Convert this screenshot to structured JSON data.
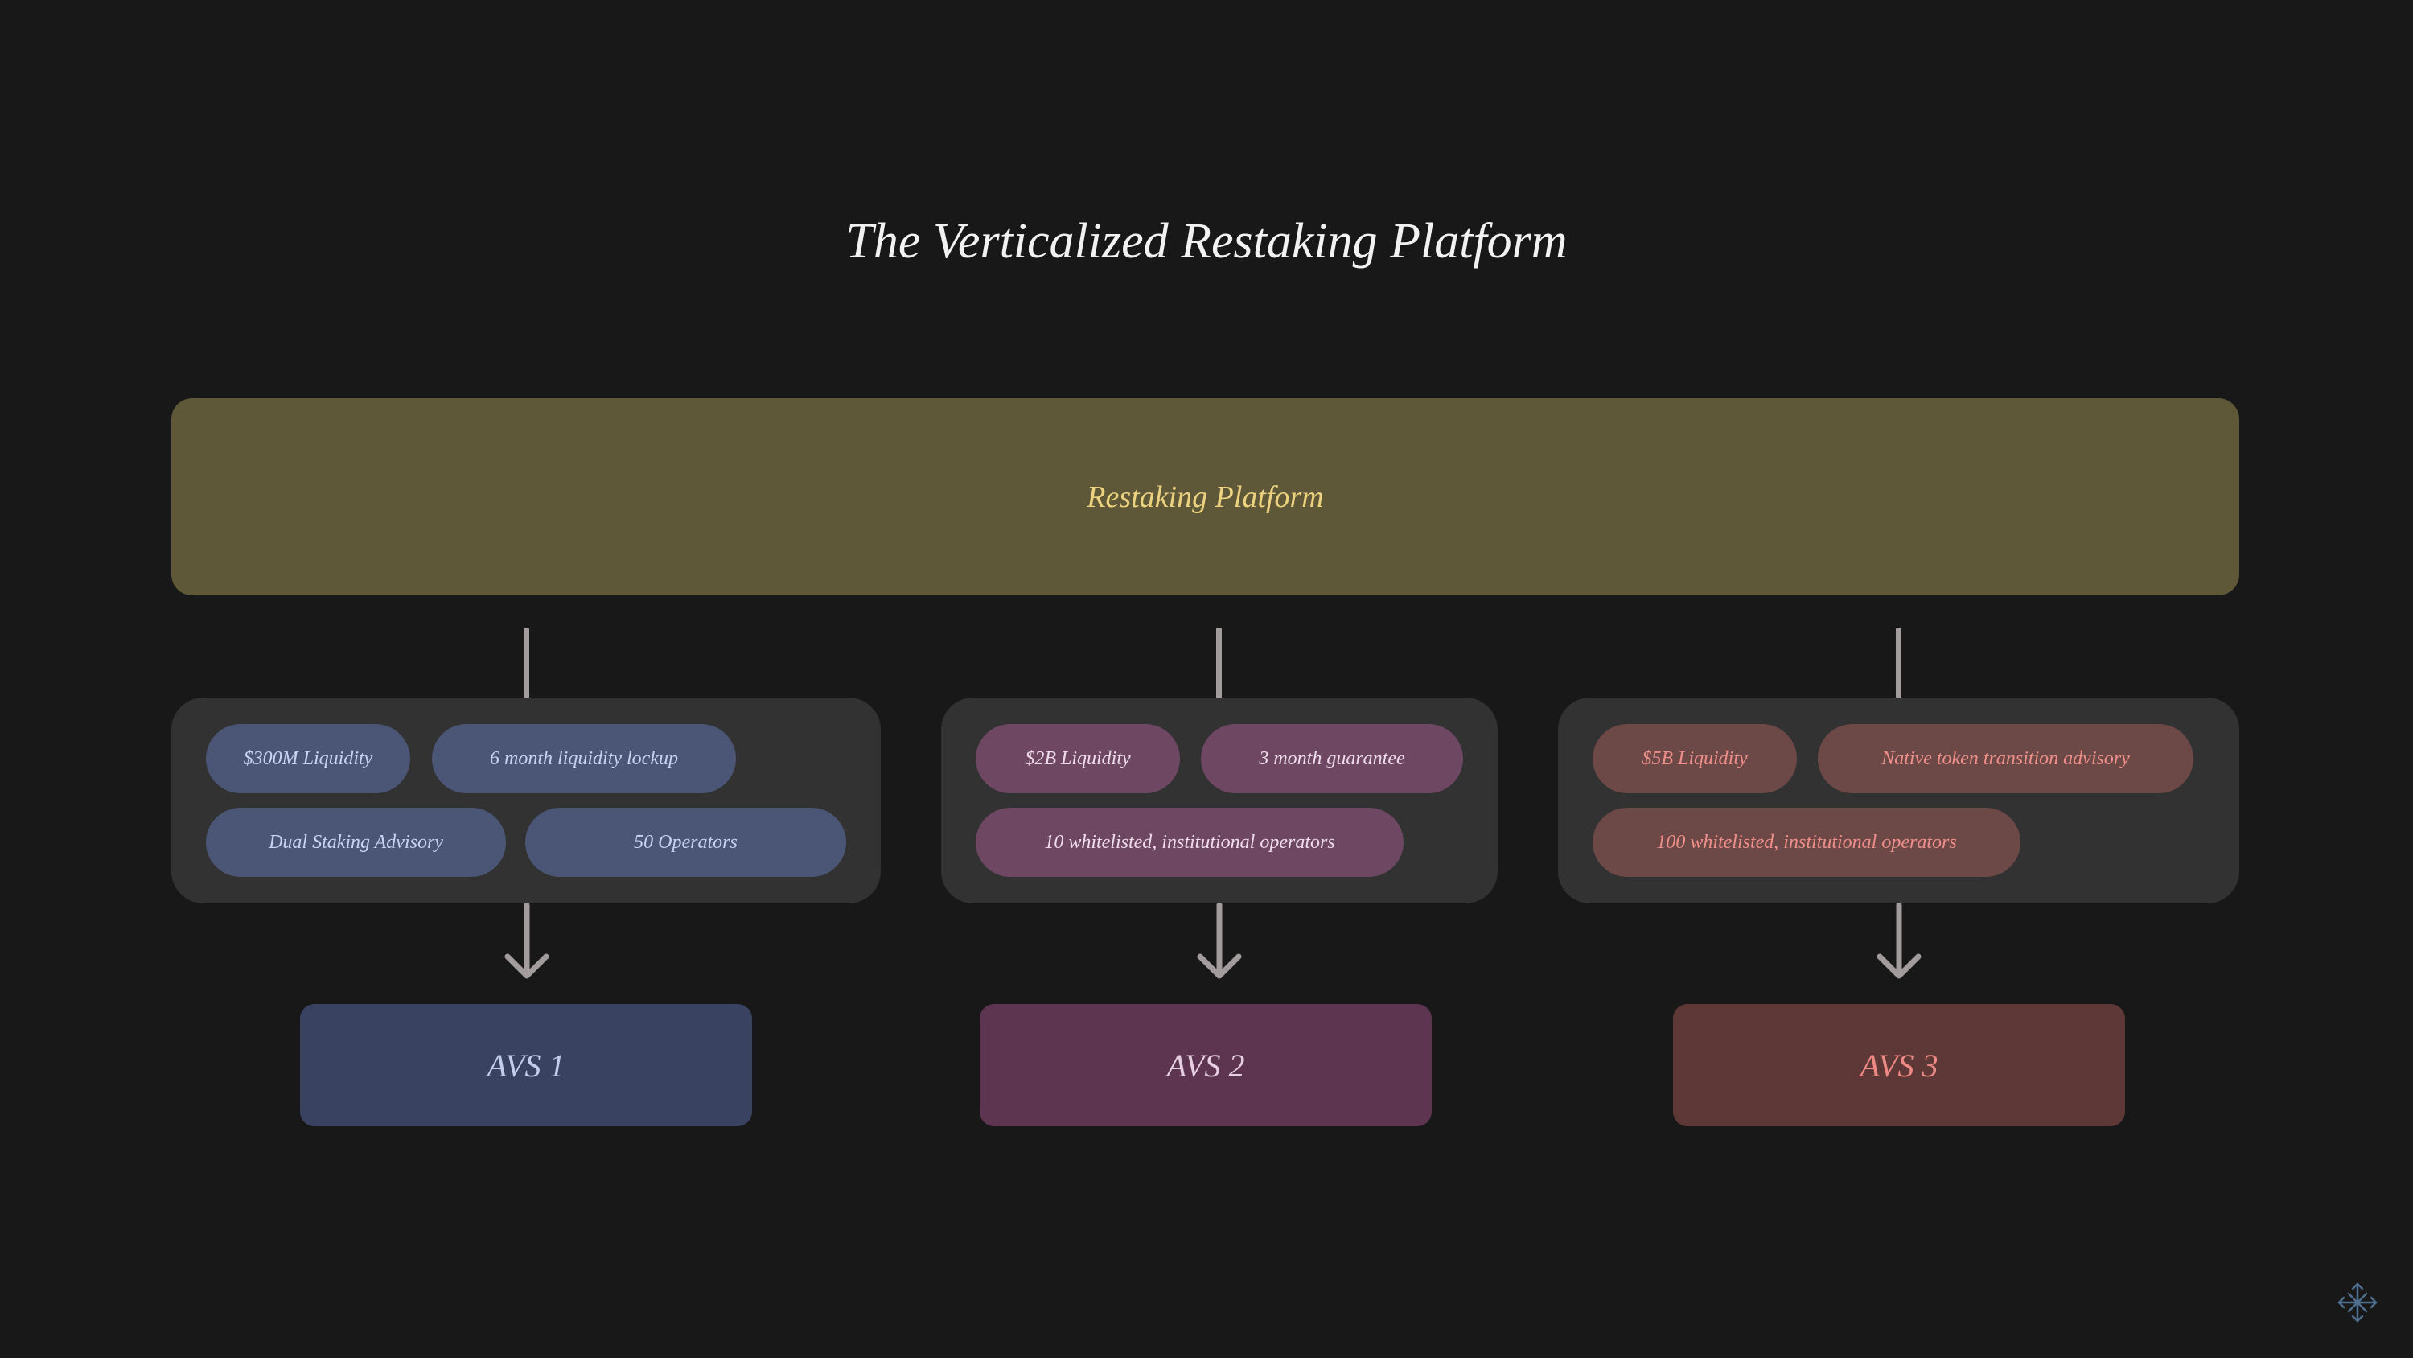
{
  "title": "The Verticalized Restaking Platform",
  "platform": {
    "label": "Restaking Platform"
  },
  "columns": [
    {
      "pills": [
        "$300M Liquidity",
        "6 month liquidity lockup",
        "Dual Staking Advisory",
        "50 Operators"
      ],
      "avs_label": "AVS 1",
      "colors": {
        "pill_bg": "#4b5677",
        "pill_text": "#c9d3ef",
        "avs_bg": "#394260",
        "avs_text": "#c2cdea"
      }
    },
    {
      "pills": [
        "$2B Liquidity",
        "3 month guarantee",
        "10 whitelisted, institutional operators"
      ],
      "avs_label": "AVS 2",
      "colors": {
        "pill_bg": "#6e4863",
        "pill_text": "#f0dcea",
        "avs_bg": "#5e3550",
        "avs_text": "#e6cfe0"
      }
    },
    {
      "pills": [
        "$5B Liquidity",
        "Native token transition advisory",
        "100 whitelisted, institutional operators"
      ],
      "avs_label": "AVS 3",
      "colors": {
        "pill_bg": "#6c4846",
        "pill_text": "#f08f8a",
        "avs_bg": "#5e3837",
        "avs_text": "#ee8a86"
      }
    }
  ],
  "icons": {
    "corner": "expand-arrows-icon"
  }
}
